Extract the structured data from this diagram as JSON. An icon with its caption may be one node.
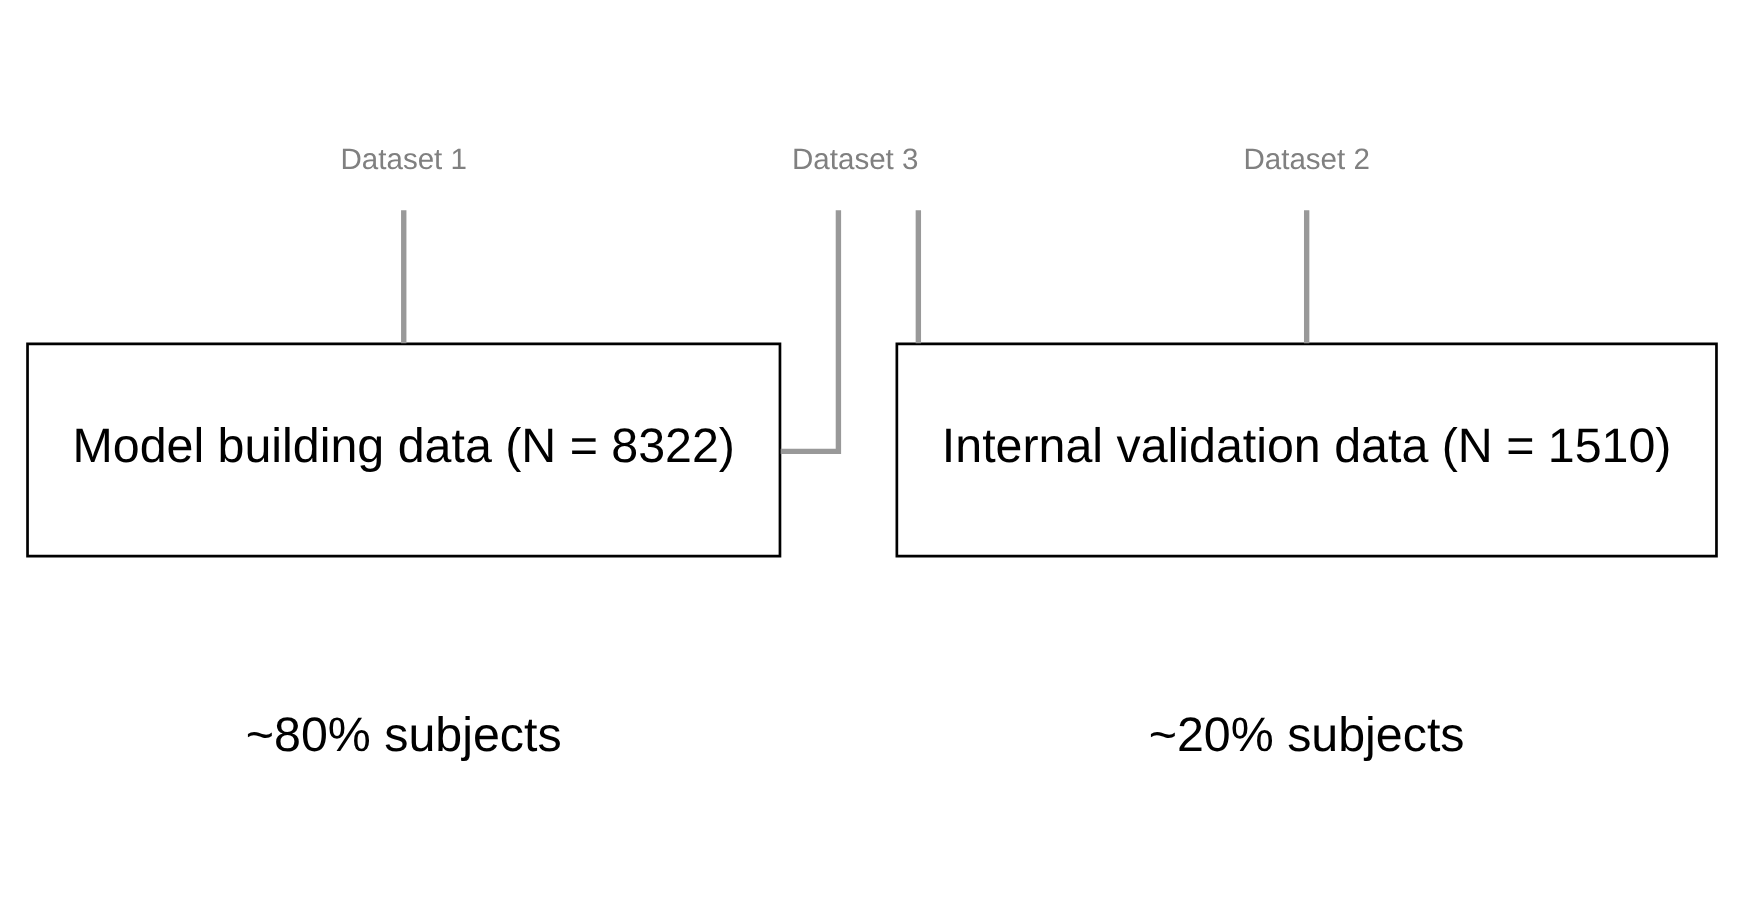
{
  "diagram": {
    "nodes": [
      {
        "text": [
          "Dataset 3"
        ]
      },
      {
        "text": [
          "Dataset 1"
        ]
      },
      {
        "text": [
          "Dataset 2"
        ]
      },
      {
        "text": [
          "Model building data (N = 8322)"
        ],
        "beside": [
          "~80% subjects"
        ]
      },
      {
        "text": [
          "Internal validation data (N = 1510)"
        ],
        "beside": [
          "~20% subjects"
        ]
      }
    ],
    "edges": [
      {
        "from": 1,
        "to": 3,
        "arrow": "none"
      },
      {
        "from": 0,
        "to": 3,
        "arrow": "none"
      },
      {
        "from": 0,
        "to": 4,
        "arrow": "none"
      },
      {
        "from": 2,
        "to": 4,
        "arrow": "none"
      }
    ]
  }
}
